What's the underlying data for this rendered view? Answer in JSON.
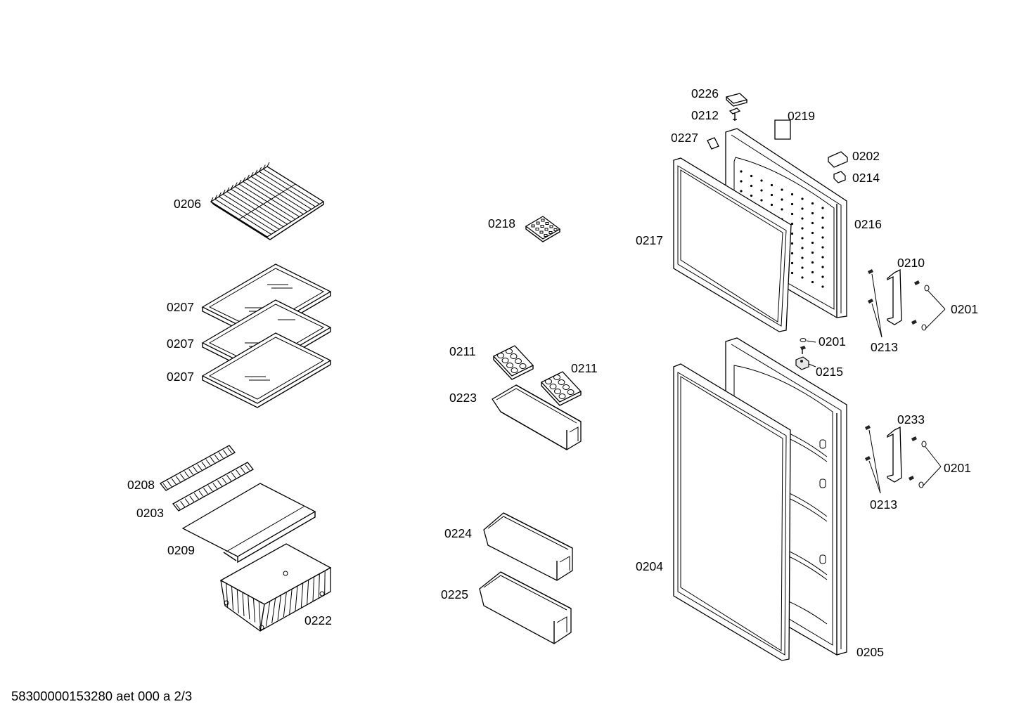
{
  "diagram": {
    "labels": {
      "p0206": "0206",
      "p0207a": "0207",
      "p0207b": "0207",
      "p0207c": "0207",
      "p0208": "0208",
      "p0203": "0203",
      "p0209": "0209",
      "p0222": "0222",
      "p0218": "0218",
      "p0211a": "0211",
      "p0211b": "0211",
      "p0223": "0223",
      "p0224": "0224",
      "p0225": "0225",
      "p0226": "0226",
      "p0212": "0212",
      "p0219": "0219",
      "p0227": "0227",
      "p0202": "0202",
      "p0214": "0214",
      "p0216": "0216",
      "p0217": "0217",
      "p0210": "0210",
      "p0201a": "0201",
      "p0213a": "0213",
      "p0201b": "0201",
      "p0215": "0215",
      "p0233": "0233",
      "p0201c": "0201",
      "p0213b": "0213",
      "p0204": "0204",
      "p0205": "0205"
    }
  },
  "footer": {
    "document_code": "58300000153280 aet 000 a 2/3"
  }
}
